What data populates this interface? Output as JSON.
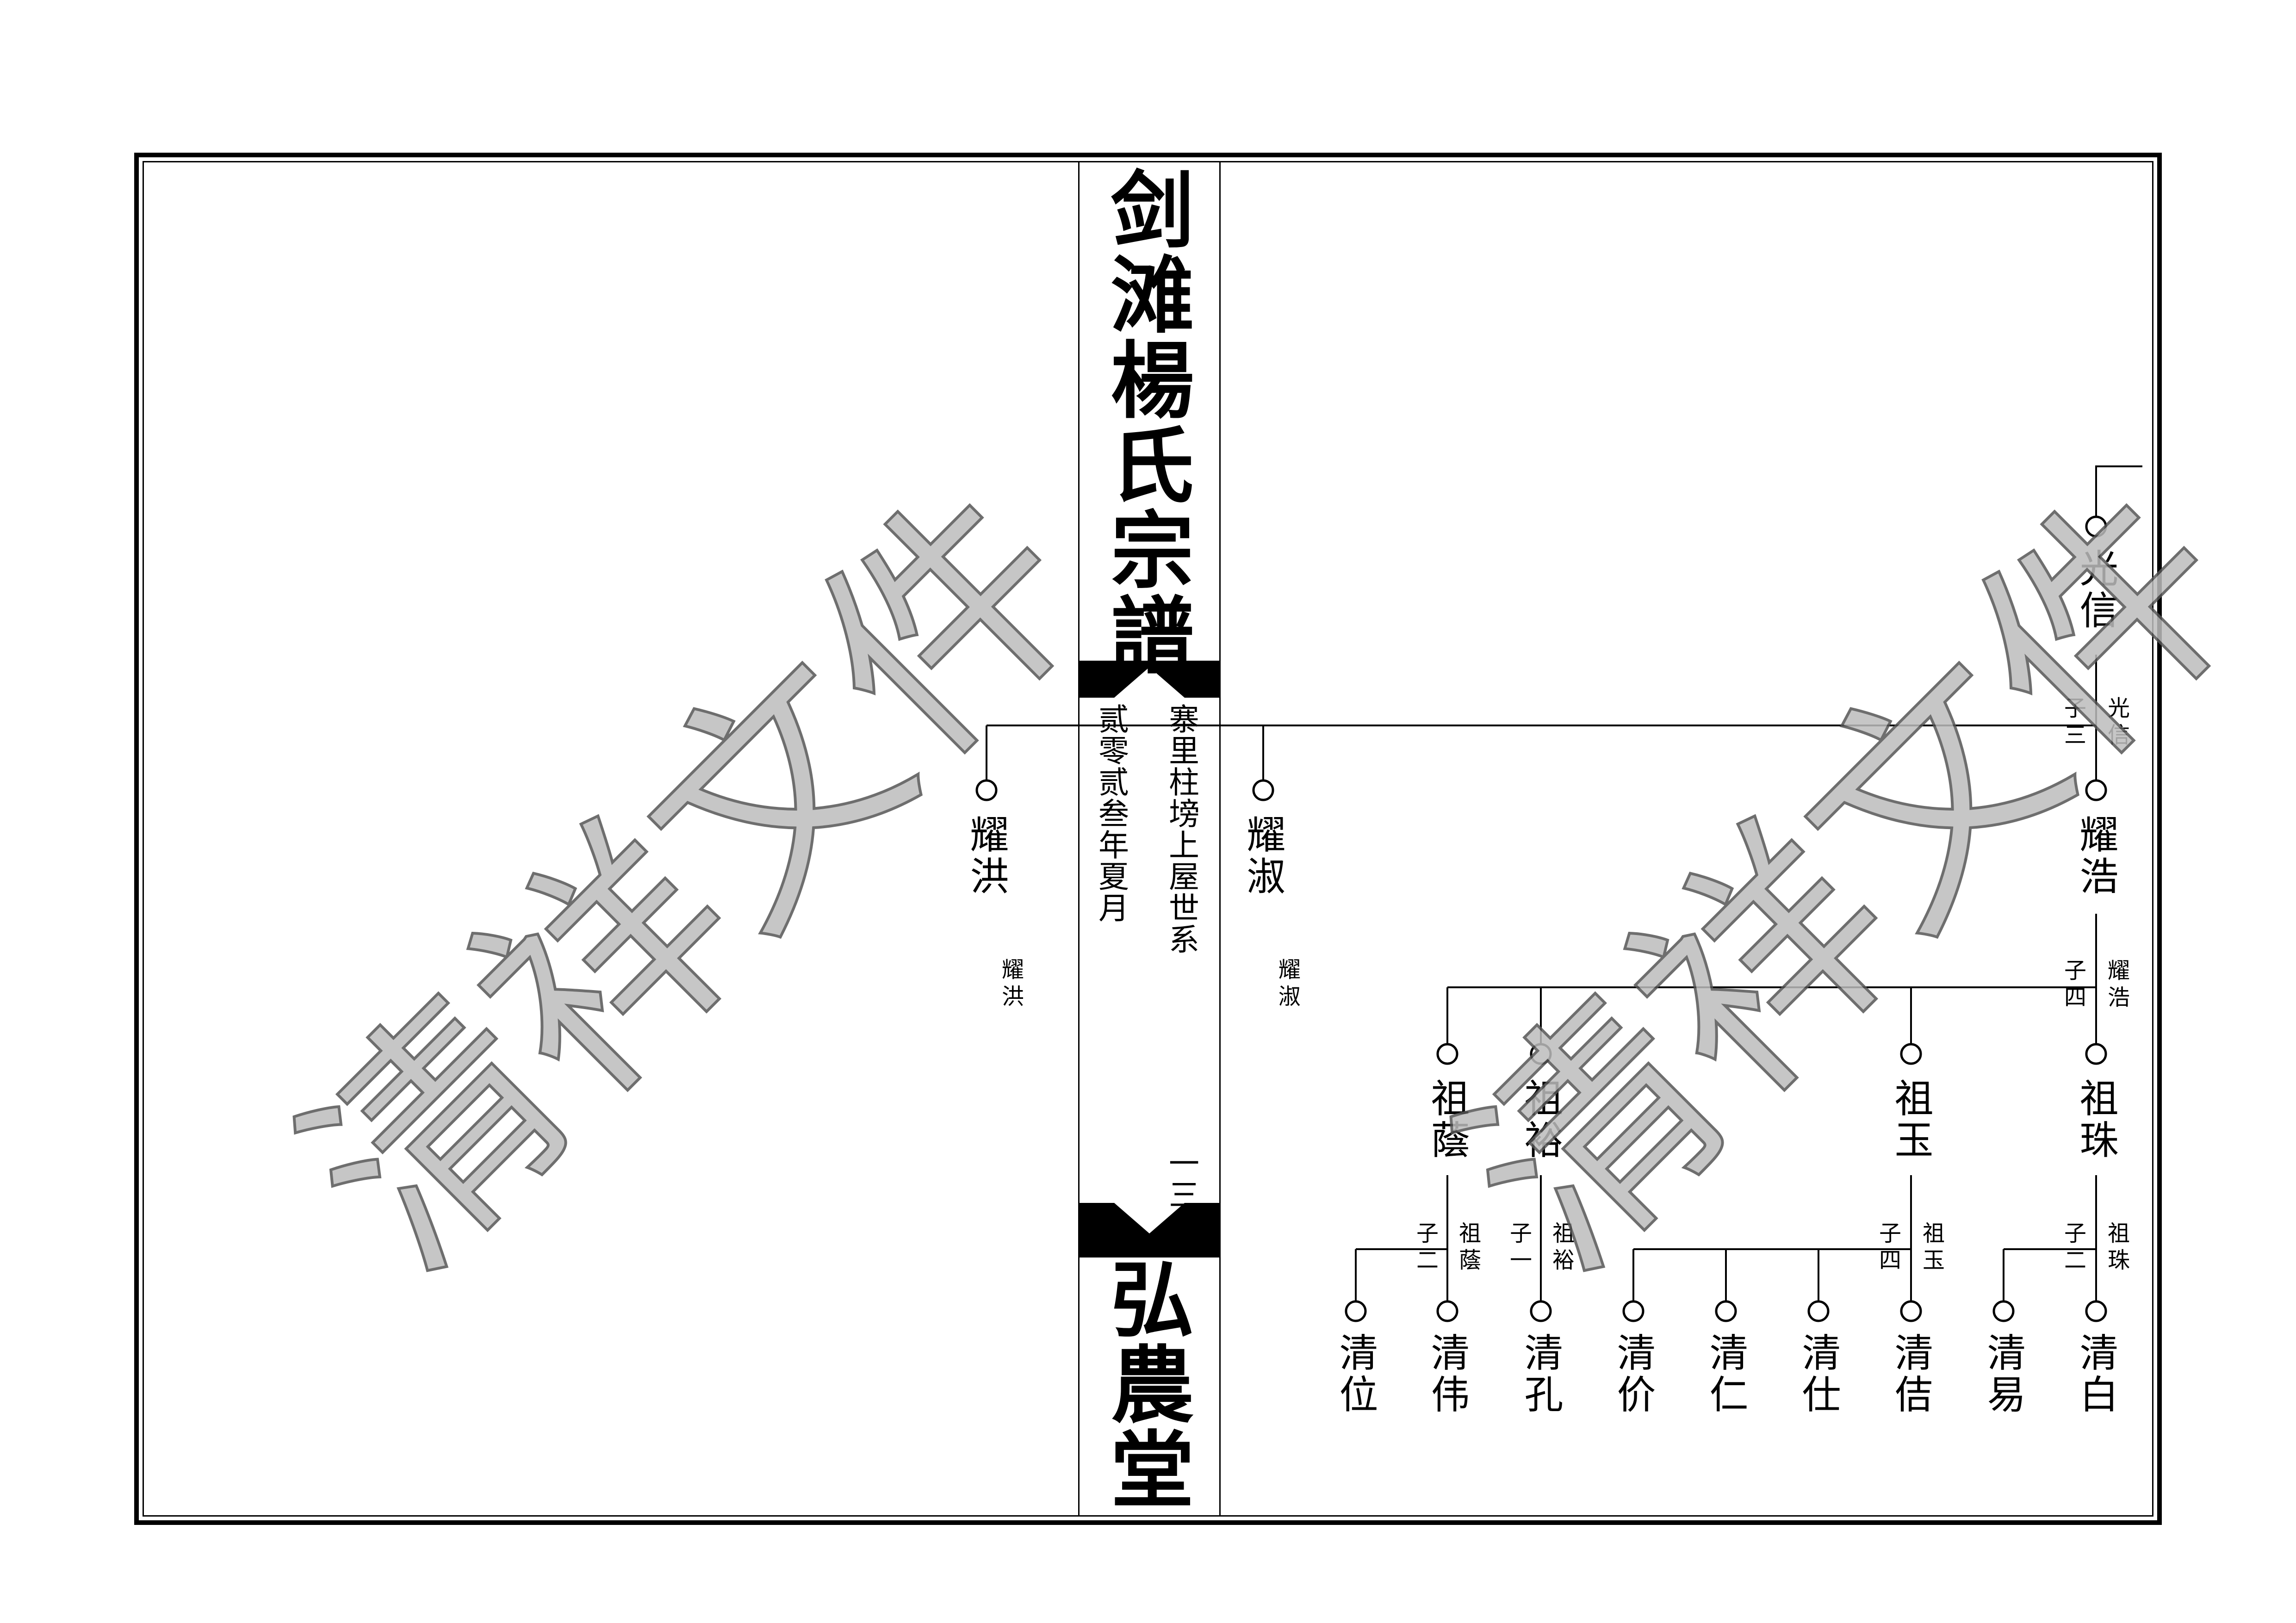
{
  "title": "剑滩楊氏宗譜",
  "hall": "弘農堂",
  "branch": "寨里柱塝上屋世系",
  "date": "贰零贰叁年夏月",
  "page_number": "一三",
  "watermark": "清祥文件",
  "left_page": {
    "person_1": "耀洪",
    "person_1_note": "耀洪"
  },
  "right_page": {
    "yaoshu": "耀淑",
    "yaoshu_note": "耀淑",
    "guangxin": "光信",
    "guangxin_sons": [
      "子",
      "三"
    ],
    "guangxin_tag": "光信",
    "yaohao": "耀浩",
    "yaohao_sons": [
      "子",
      "四"
    ],
    "yaohao_tag": "耀浩",
    "zuyin": "祖蔭",
    "zuyu": "祖裕",
    "zuyu2": "祖玉",
    "zuzhu": "祖珠",
    "zuyin_sons": [
      "子",
      "二"
    ],
    "zuyin_tag": "祖蔭",
    "zuyu_sons": [
      "子",
      "一"
    ],
    "zuyu_tag": "祖裕",
    "zuyu2_sons": [
      "子",
      "四"
    ],
    "zuyu2_tag": "祖玉",
    "zuzhu_sons": [
      "子",
      "二"
    ],
    "zuzhu_tag": "祖珠",
    "qingwei": "清位",
    "qingwei2": "清伟",
    "qingkong": "清孔",
    "qingjie": "清价",
    "qingren": "清仁",
    "qingshi": "清仕",
    "qingji": "清佶",
    "qingyi": "清易",
    "qingbai": "清白"
  }
}
